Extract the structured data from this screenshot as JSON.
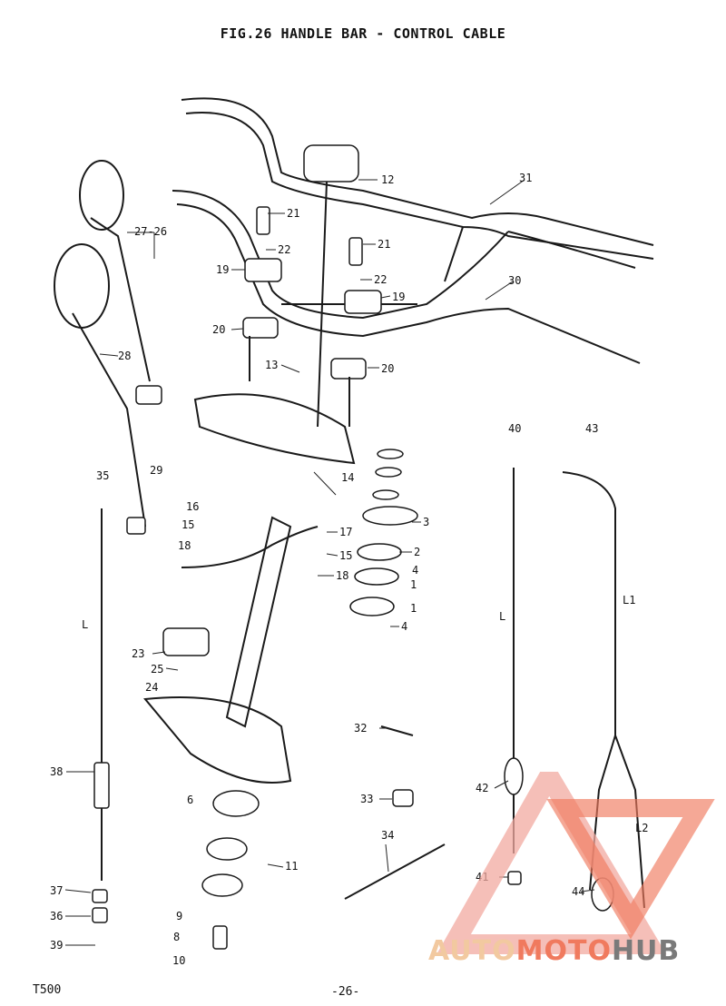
{
  "title": "FIG.26 HANDLE BAR - CONTROL CABLE",
  "model": "T500",
  "page_number": "-26-",
  "watermark": {
    "part1": "AUTO",
    "part2": "MOTO",
    "part3": "HUB"
  },
  "labels": {
    "p1a": "1",
    "p1b": "1",
    "p2": "2",
    "p3": "3",
    "p4a": "4",
    "p4b": "4",
    "p6": "6",
    "p8": "8",
    "p9": "9",
    "p10": "10",
    "p11": "11",
    "p12": "12",
    "p13": "13",
    "p14": "14",
    "p15a": "15",
    "p15b": "15",
    "p16": "16",
    "p17": "17",
    "p18a": "18",
    "p18b": "18",
    "p19a": "19",
    "p19b": "19",
    "p20a": "20",
    "p20b": "20",
    "p21a": "21",
    "p21b": "21",
    "p22a": "22",
    "p22b": "22",
    "p23": "23",
    "p24": "24",
    "p25": "25",
    "p2726": "27-26",
    "p28": "28",
    "p29": "29",
    "p30": "30",
    "p31": "31",
    "p32": "32",
    "p33": "33",
    "p34": "34",
    "p35": "35",
    "p36": "36",
    "p37": "37",
    "p38": "38",
    "p39": "39",
    "p40": "40",
    "p41": "41",
    "p42": "42",
    "p43": "43",
    "p44": "44",
    "lL1": "L",
    "lL2": "L",
    "lL3": "L1",
    "lL4": "L2"
  }
}
